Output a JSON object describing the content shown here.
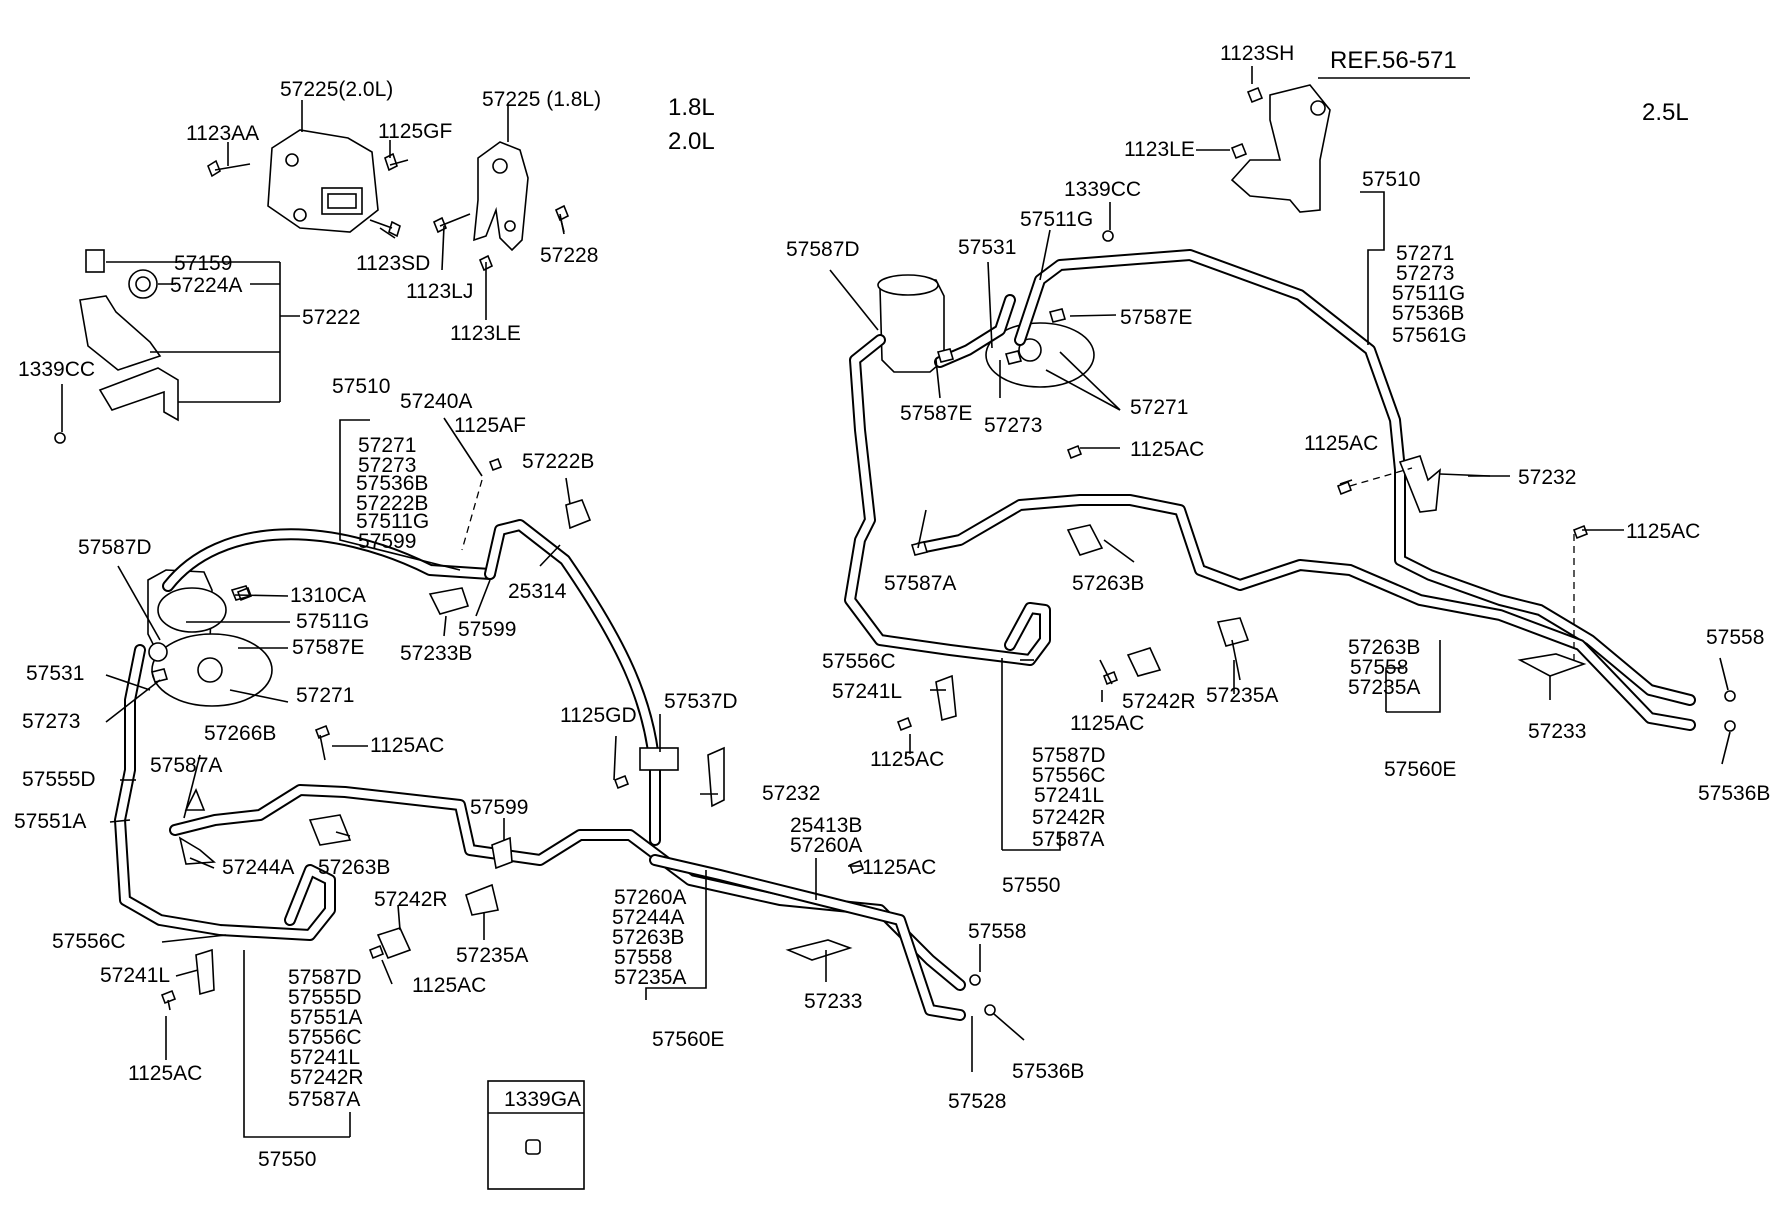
{
  "headers": {
    "left_engine_a": "1.8L",
    "left_engine_b": "2.0L",
    "right_engine": "2.5L",
    "ref": "REF.56-571"
  },
  "legend_box": {
    "code": "1339GA"
  },
  "labels": [
    "57225(2.0L)",
    "1123AA",
    "1125GF",
    "1123SD",
    "57225 (1.8L)",
    "57228",
    "1123LJ",
    "1123LE",
    "57159",
    "57224A",
    "57222",
    "1339CC",
    "57510",
    "57271",
    "57273",
    "57536B",
    "57222B",
    "57511G",
    "57599",
    "57240A",
    "1125AF",
    "57222B",
    "25314",
    "57587D",
    "1310CA",
    "57511G",
    "57587E",
    "57271",
    "57233B",
    "57599",
    "57531",
    "57273",
    "57266B",
    "1125AC",
    "57555D",
    "57587A",
    "57551A",
    "57244A",
    "57263B",
    "57599",
    "57556C",
    "57242R",
    "57235A",
    "57241L",
    "1125AC",
    "1125AC",
    "57587D",
    "57555D",
    "57551A",
    "57556C",
    "57241L",
    "57242R",
    "57587A",
    "57550",
    "1125GD",
    "57537D",
    "57232",
    "57260A",
    "57244A",
    "57263B",
    "57558",
    "57235A",
    "57560E",
    "25413B",
    "57260A",
    "1125AC",
    "57233",
    "57558",
    "57536B",
    "57528",
    "1123SH",
    "1123LE",
    "1339CC",
    "57510",
    "57271",
    "57273",
    "57511G",
    "57536B",
    "57561G",
    "57587D",
    "57531",
    "57511G",
    "57587E",
    "57587E",
    "57273",
    "57271",
    "1125AC",
    "1125AC",
    "57232",
    "1125AC",
    "57587A",
    "57263B",
    "57556C",
    "57241L",
    "1125AC",
    "57242R",
    "1125AC",
    "57235A",
    "57263B",
    "57558",
    "57235A",
    "57233",
    "57560E",
    "57587D",
    "57556C",
    "57241L",
    "57242R",
    "57587A",
    "57550",
    "57558",
    "57536B"
  ]
}
